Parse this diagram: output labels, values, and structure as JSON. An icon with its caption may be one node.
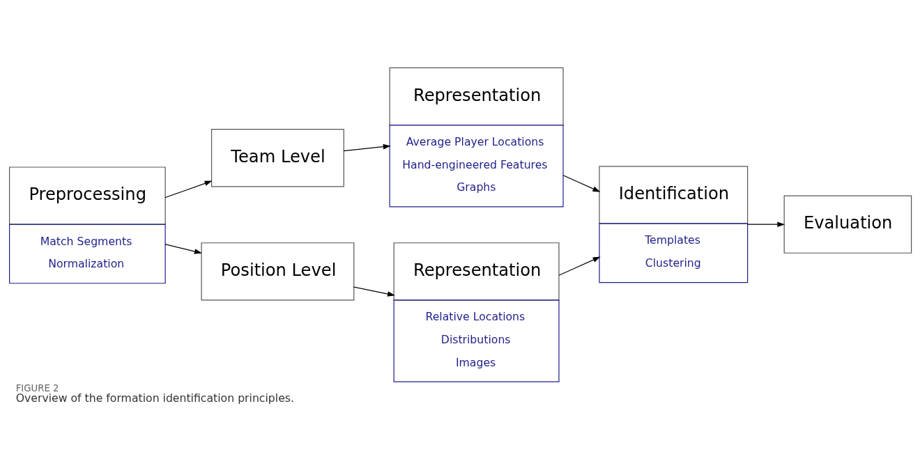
{
  "diagram": {
    "title": "FIGURE 2",
    "caption": "Overview of the formation identification principles.",
    "nodes": [
      {
        "text": [
          "Preprocessing",
          "Match Segments",
          "Normalization"
        ]
      },
      {
        "text": [
          "Team Level"
        ]
      },
      {
        "text": [
          "Representation",
          "Average Player Locations",
          "Hand-engineered Features",
          "Graphs"
        ]
      },
      {
        "text": [
          "Position Level"
        ]
      },
      {
        "text": [
          "Representation",
          "Relative Locations",
          "Distributions",
          "Images"
        ]
      },
      {
        "text": [
          "Identification",
          "Templates",
          "Clustering"
        ]
      },
      {
        "text": [
          "Evaluation"
        ]
      }
    ],
    "edges": [
      {
        "from": 0,
        "to": 1,
        "arrow": "to"
      },
      {
        "from": 0,
        "to": 3,
        "arrow": "to"
      },
      {
        "from": 1,
        "to": 2,
        "arrow": "to"
      },
      {
        "from": 3,
        "to": 4,
        "arrow": "to"
      },
      {
        "from": 2,
        "to": 5,
        "arrow": "to"
      },
      {
        "from": 4,
        "to": 5,
        "arrow": "to"
      },
      {
        "from": 5,
        "to": 6,
        "arrow": "to"
      }
    ]
  }
}
